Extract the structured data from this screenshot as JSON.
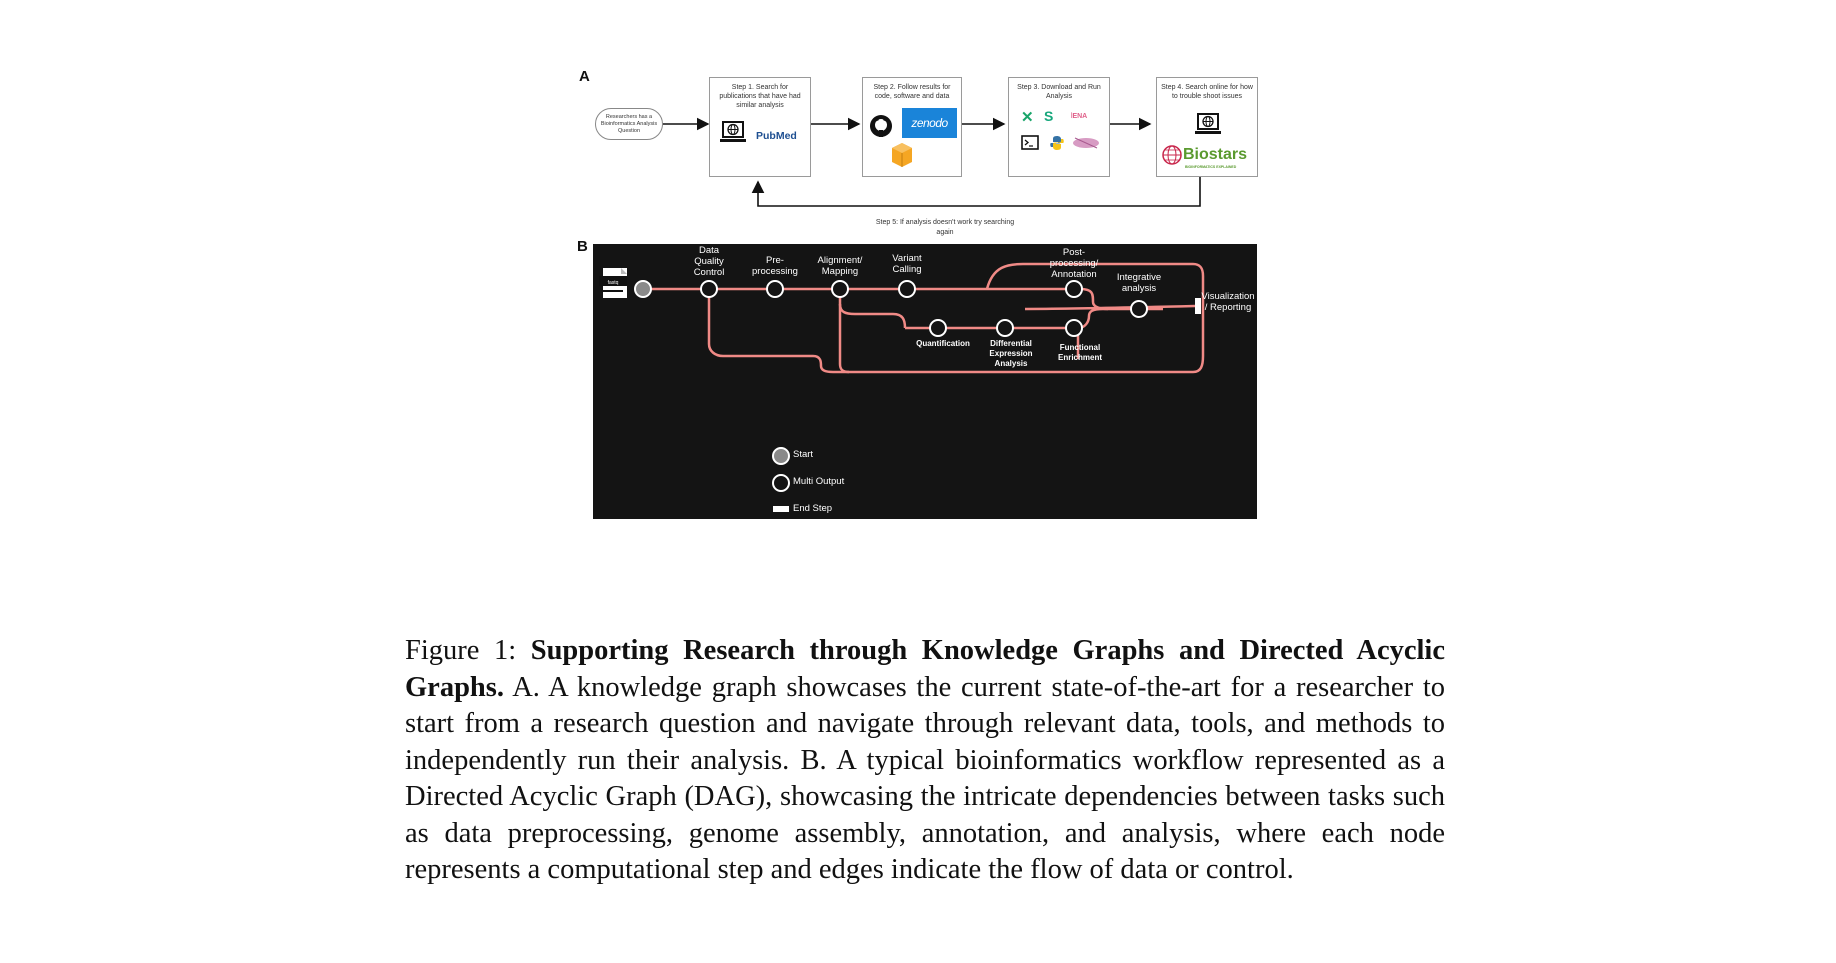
{
  "panel_a": {
    "label": "A",
    "start_text": "Researchers has a Bioinformatics Analysis Question",
    "steps": [
      {
        "text": "Step 1. Search for publications that have had similar analysis",
        "icons": [
          "laptop-globe",
          "pubmed-logo"
        ],
        "logo_text": "PubMed"
      },
      {
        "text": "Step 2. Follow results  for code, software and data",
        "icons": [
          "github-logo",
          "zenodo-logo",
          "figshare-box"
        ],
        "logo_text": "zenodo"
      },
      {
        "text": "Step 3. Download and Run Analysis",
        "icons": [
          "excel-icon",
          "s-icon",
          "ena-logo",
          "terminal-icon",
          "python-icon",
          "tool-icon"
        ]
      },
      {
        "text": "Step 4. Search online for how to trouble shoot issues",
        "icons": [
          "laptop-globe",
          "biostars-logo"
        ],
        "logo_text": "Biostars",
        "logo_subtext": "BIOINFORMATICS EXPLAINED"
      }
    ],
    "loop_caption": "Step 5: If analysis doesn't work try searching again"
  },
  "panel_b": {
    "label": "B",
    "file_label": "fastq",
    "nodes": {
      "dqc": "Data\nQuality\nControl",
      "pre": "Pre-\nprocessing",
      "align": "Alignment/\nMapping",
      "variant": "Variant\nCalling",
      "post": "Post-\nprocessing/\nAnnotation",
      "integrative": "Integrative\nanalysis",
      "viz": "Visualization\n/ Reporting",
      "quant": "Quantification",
      "diff": "Differential\nExpression\nAnalysis",
      "func": "Functional\nEnrichment"
    },
    "legend": {
      "start": "Start",
      "multi": "Multi Output",
      "end": "End Step"
    },
    "colors": {
      "background": "#141414",
      "edge": "#f08a86",
      "start_node": "#8a8a8a"
    }
  },
  "caption": {
    "prefix": "Figure 1: ",
    "title": "Supporting Research through Knowledge Graphs and Directed Acyclic Graphs.",
    "body": " A. A knowledge graph showcases the current state-of-the-art for a researcher to start from a research question and navigate through relevant data, tools, and methods to independently run their analysis. B. A typical bioinformatics workflow represented as a Directed Acyclic Graph (DAG), showcasing the intricate dependencies between tasks such as data preprocessing, genome assembly, annotation, and analysis, where each node represents a computational step and edges indicate the flow of data or control."
  }
}
